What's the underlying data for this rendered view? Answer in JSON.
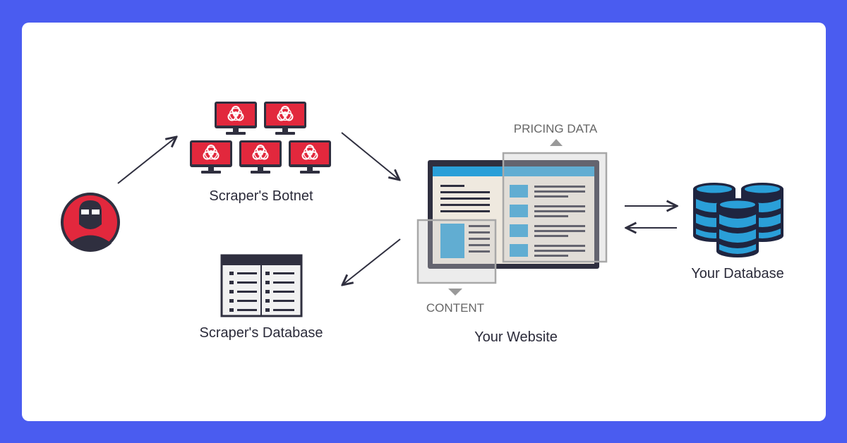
{
  "labels": {
    "botnet": "Scraper's Botnet",
    "scraper_database": "Scraper's Database",
    "pricing_data": "PRICING DATA",
    "content": "CONTENT",
    "your_website": "Your Website",
    "your_database": "Your Database"
  },
  "colors": {
    "background": "#4a5cf0",
    "card": "#ffffff",
    "monitor_red": "#e2283d",
    "dark": "#2f2f3f",
    "accent_blue": "#2a9fd8",
    "text": "#2b2b3a"
  },
  "icons": {
    "hacker": "hacker-avatar-icon",
    "botnet": "biohazard-monitor-icon",
    "scraper_db": "table-database-icon",
    "website": "browser-window-icon",
    "your_db": "database-cylinders-icon"
  }
}
